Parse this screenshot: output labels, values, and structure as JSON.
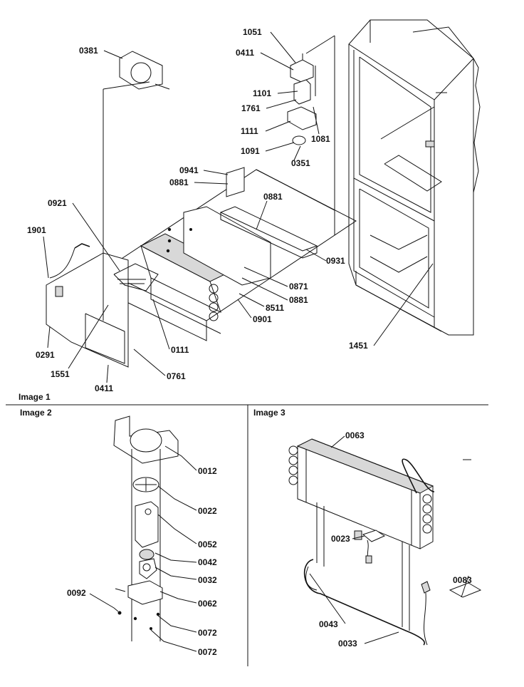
{
  "sections": [
    {
      "id": "image1",
      "title": "Image 1"
    },
    {
      "id": "image2",
      "title": "Image 2"
    },
    {
      "id": "image3",
      "title": "Image 3"
    }
  ],
  "callouts": {
    "image1": [
      "0381",
      "1051",
      "0411",
      "1101",
      "1761",
      "1081",
      "1111",
      "1091",
      "0351",
      "0941",
      "0881",
      "0881",
      "0921",
      "1901",
      "0931",
      "0871",
      "0881",
      "8511",
      "0901",
      "1451",
      "0291",
      "1551",
      "0111",
      "0761",
      "0411"
    ],
    "image2": [
      "0012",
      "0022",
      "0052",
      "0042",
      "0032",
      "0092",
      "0062",
      "0072",
      "0072"
    ],
    "image3": [
      "0063",
      "0023",
      "0083",
      "0043",
      "0033"
    ]
  }
}
